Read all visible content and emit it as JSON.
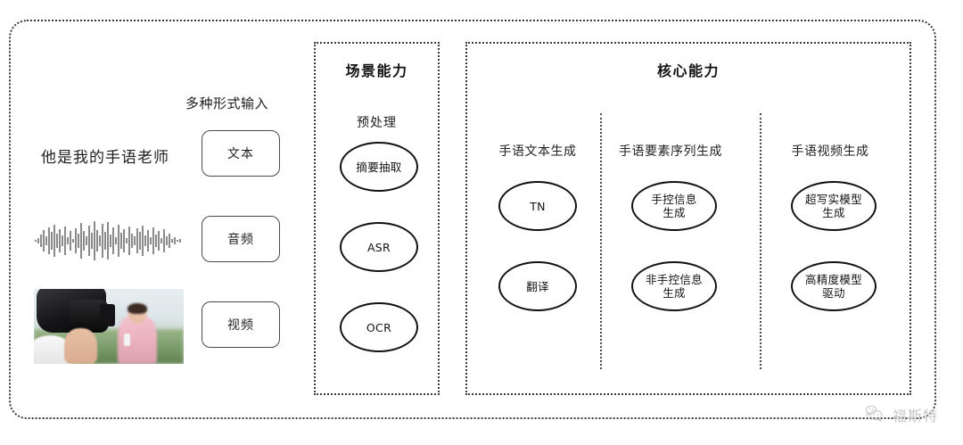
{
  "input_section": {
    "heading": "多种形式输入",
    "rows": [
      {
        "sample_text": "他是我的手语老师",
        "label": "文本",
        "media": "text"
      },
      {
        "sample_text": "",
        "label": "音频",
        "media": "waveform"
      },
      {
        "sample_text": "",
        "label": "视频",
        "media": "video-thumbnail"
      }
    ]
  },
  "scene_panel": {
    "title": "场景能力",
    "subtitle": "预处理",
    "nodes": [
      "摘要抽取",
      "ASR",
      "OCR"
    ]
  },
  "core_panel": {
    "title": "核心能力",
    "columns": [
      {
        "header": "手语文本生成",
        "nodes": [
          "TN",
          "翻译"
        ]
      },
      {
        "header": "手语要素序列生成",
        "nodes": [
          "手控信息\n生成",
          "非手控信息\n生成"
        ]
      },
      {
        "header": "手语视频生成",
        "nodes": [
          "超写实模型\n生成",
          "高精度模型\n驱动"
        ]
      }
    ]
  },
  "watermark": {
    "icon": "wechat-bubbles-icon",
    "label": "福斯特"
  },
  "colors": {
    "border": "#3b3b3b",
    "node_stroke": "#111111",
    "text": "#1c1c1c",
    "watermark": "#c8c8c8",
    "background": "#ffffff"
  }
}
